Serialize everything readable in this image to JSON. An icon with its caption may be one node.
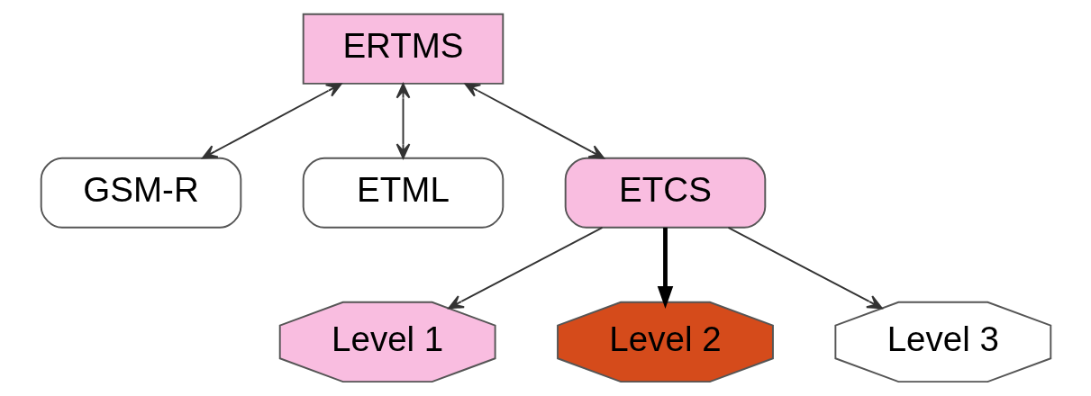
{
  "diagram": {
    "nodes": [
      {
        "text": [
          "ERTMS"
        ]
      },
      {
        "text": [
          "GSM-R"
        ]
      },
      {
        "text": [
          "ETML"
        ]
      },
      {
        "text": [
          "ETCS"
        ]
      },
      {
        "text": [
          "Level 1"
        ]
      },
      {
        "text": [
          "Level 2"
        ]
      },
      {
        "text": [
          "Level 3"
        ]
      }
    ],
    "edges": [
      {
        "from": 0,
        "to": 1,
        "arrow": "both"
      },
      {
        "from": 0,
        "to": 2,
        "arrow": "both"
      },
      {
        "from": 0,
        "to": 3,
        "arrow": "both"
      },
      {
        "from": 3,
        "to": 4,
        "arrow": "to"
      },
      {
        "from": 3,
        "to": 5,
        "arrow": "to",
        "style": "thick"
      },
      {
        "from": 3,
        "to": 6,
        "arrow": "to"
      }
    ]
  }
}
